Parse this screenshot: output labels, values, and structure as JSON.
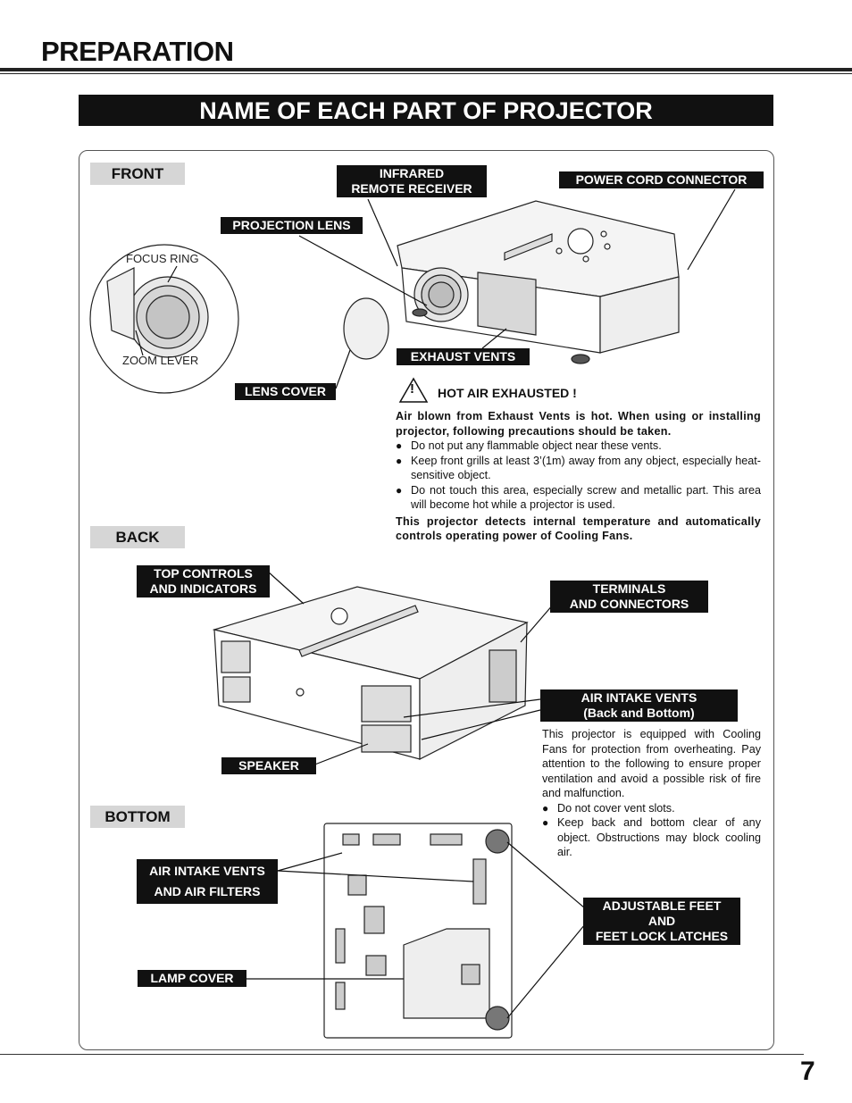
{
  "header": {
    "title": "PREPARATION",
    "banner": "NAME OF EACH PART OF PROJECTOR"
  },
  "sections": {
    "front": "FRONT",
    "back": "BACK",
    "bottom": "BOTTOM"
  },
  "front": {
    "infrared_1": "INFRARED",
    "infrared_2": "REMOTE RECEIVER",
    "power_cord": "POWER CORD CONNECTOR",
    "projection_lens": "PROJECTION LENS",
    "focus_ring": "FOCUS RING",
    "zoom_lever": "ZOOM LEVER",
    "exhaust_vents": "EXHAUST VENTS",
    "lens_cover": "LENS COVER"
  },
  "warning": {
    "title": "HOT AIR EXHAUSTED !",
    "lead": "Air blown from Exhaust Vents is hot.  When using or installing projector, following precautions should be taken.",
    "bullets": [
      "Do not put any flammable object near these vents.",
      "Keep front grills at least 3’(1m) away from any object, especially heat-sensitive object.",
      "Do not touch this area, especially screw and metallic part. This area will become hot while a projector is used."
    ],
    "footer": "This projector detects internal temperature and automatically controls operating power of Cooling Fans."
  },
  "back": {
    "top_controls_1": "TOP CONTROLS",
    "top_controls_2": "AND INDICATORS",
    "terminals_1": "TERMINALS",
    "terminals_2": "AND CONNECTORS",
    "air_intake_1": "AIR INTAKE VENTS",
    "air_intake_2": "(Back and Bottom)",
    "speaker": "SPEAKER"
  },
  "cooling": {
    "text": "This projector is equipped with Cooling Fans for protection from overheating. Pay attention to the following to ensure proper ventilation and avoid a possible risk of fire and malfunction.",
    "bullets": [
      "Do not cover vent slots.",
      "Keep back and bottom clear of any object.  Obstructions may block cooling air."
    ]
  },
  "bottom": {
    "air_filters_1": "AIR INTAKE VENTS",
    "air_filters_2": "AND AIR FILTERS",
    "lamp_cover": "LAMP COVER",
    "feet_1": "ADJUSTABLE FEET",
    "feet_2": "AND",
    "feet_3": "FEET LOCK LATCHES"
  },
  "page_number": "7"
}
